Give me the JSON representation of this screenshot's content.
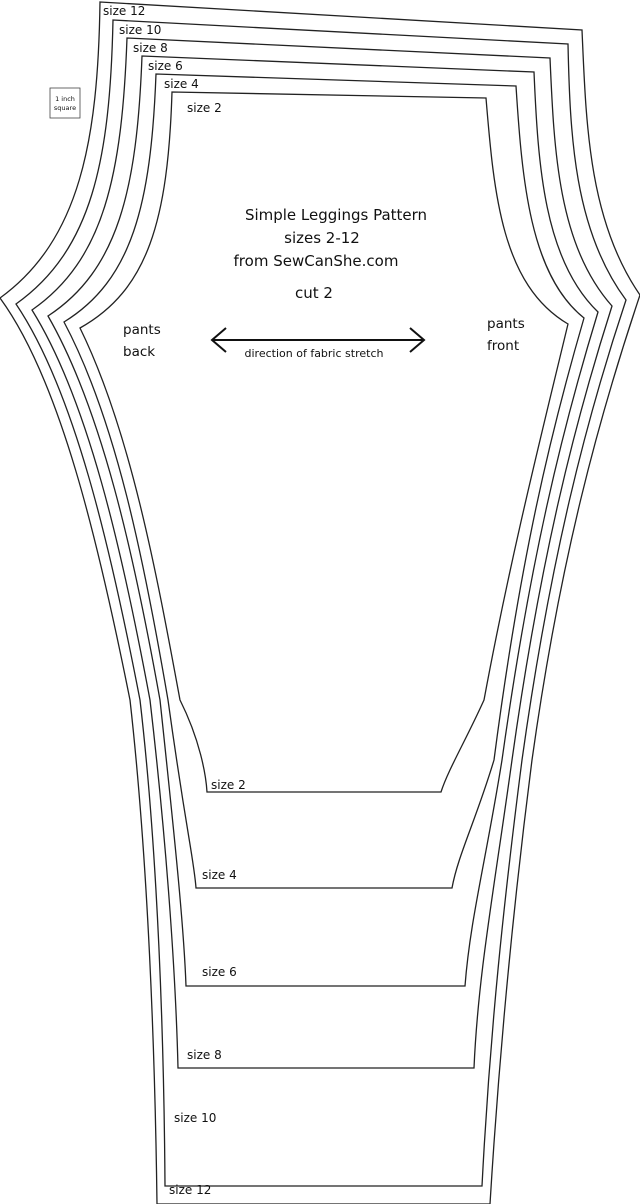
{
  "pattern": {
    "title_line1": "Simple Leggings Pattern",
    "title_line2": "sizes 2-12",
    "title_line3": "from SewCanShe.com",
    "cut_note": "cut 2",
    "back_label_line1": "pants",
    "back_label_line2": "back",
    "front_label_line1": "pants",
    "front_label_line2": "front",
    "stretch_note": "direction of fabric stretch",
    "scale_box_line1": "1 inch",
    "scale_box_line2": "square"
  },
  "sizes": [
    {
      "top_label": "size 12",
      "bottom_label": "size 12"
    },
    {
      "top_label": "size 10",
      "bottom_label": "size 10"
    },
    {
      "top_label": "size 8",
      "bottom_label": "size 8"
    },
    {
      "top_label": "size 6",
      "bottom_label": "size 6"
    },
    {
      "top_label": "size 4",
      "bottom_label": "size 4"
    },
    {
      "top_label": "size 2",
      "bottom_label": "size 2"
    }
  ]
}
